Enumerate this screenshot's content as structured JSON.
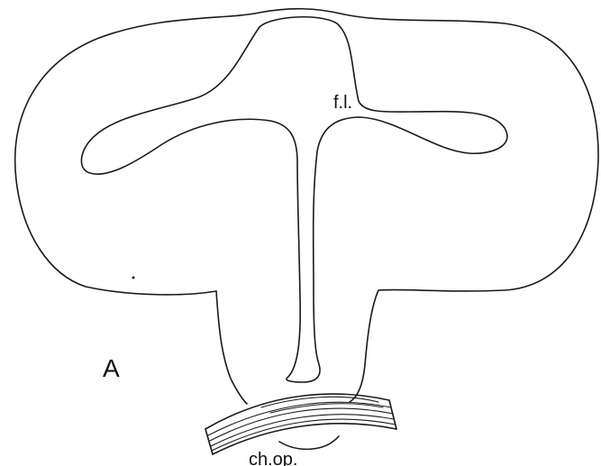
{
  "labels": {
    "figure_letter": "A",
    "fissure": "f.l.",
    "chiasma": "ch.op."
  },
  "colors": {
    "line": "#1a1a1a",
    "background": "#ffffff"
  }
}
